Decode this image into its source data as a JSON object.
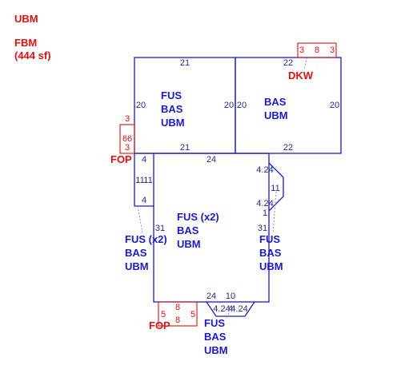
{
  "colors": {
    "main_outline": "#1a1acc",
    "main_text": "#1a1acc",
    "accent": "#dd1111",
    "dim_text": "#2a2a88",
    "dashed": "#7777cc"
  },
  "legend": {
    "line1": "UBM",
    "line2": "FBM",
    "line3": "(444 sf)"
  },
  "areas": [
    {
      "id": "upper-left",
      "lines": [
        "FUS",
        "BAS",
        "UBM"
      ]
    },
    {
      "id": "upper-right",
      "lines": [
        "BAS",
        "UBM"
      ]
    },
    {
      "id": "center",
      "lines": [
        "FUS (x2)",
        "BAS",
        "UBM"
      ]
    },
    {
      "id": "left-bay",
      "lines": [
        "FUS (x2)",
        "BAS",
        "UBM"
      ]
    },
    {
      "id": "right-bay",
      "lines": [
        "FUS",
        "BAS",
        "UBM"
      ]
    },
    {
      "id": "bottom-bay",
      "lines": [
        "FUS",
        "BAS",
        "UBM"
      ]
    }
  ],
  "tags": {
    "dkw": "DKW",
    "fop_left": "FOP",
    "fop_bottom": "FOP"
  },
  "dimensions": {
    "ul_top": "21",
    "ul_left": "20",
    "ul_right": "20",
    "ul_bottom": "21",
    "ur_top": "22",
    "ur_left": "20",
    "ur_right": "20",
    "ur_bottom": "22",
    "center_top": "24",
    "center_left": "31",
    "center_right": "31",
    "center_bottom_a": "24",
    "center_bottom_b": "10",
    "left_bay_top": "4",
    "left_bay_side_a": "11",
    "left_bay_side_b": "11",
    "left_bay_bottom": "4",
    "right_bay_top": "4.24",
    "right_bay_mid": "11",
    "right_bay_bottom": "4.24",
    "right_bay_one": "1",
    "bottom_bay_a": "4.24",
    "bottom_bay_b": "4",
    "bottom_bay_c": "4.24",
    "dkw_a": "3",
    "dkw_b": "8",
    "dkw_c": "3",
    "fop_left_top": "3",
    "fop_left_side_a": "6",
    "fop_left_side_b": "6",
    "fop_left_bottom": "3",
    "fop_bottom_left": "5",
    "fop_bottom_top": "8",
    "fop_bottom_right": "5",
    "fop_bottom_bottom": "8"
  }
}
